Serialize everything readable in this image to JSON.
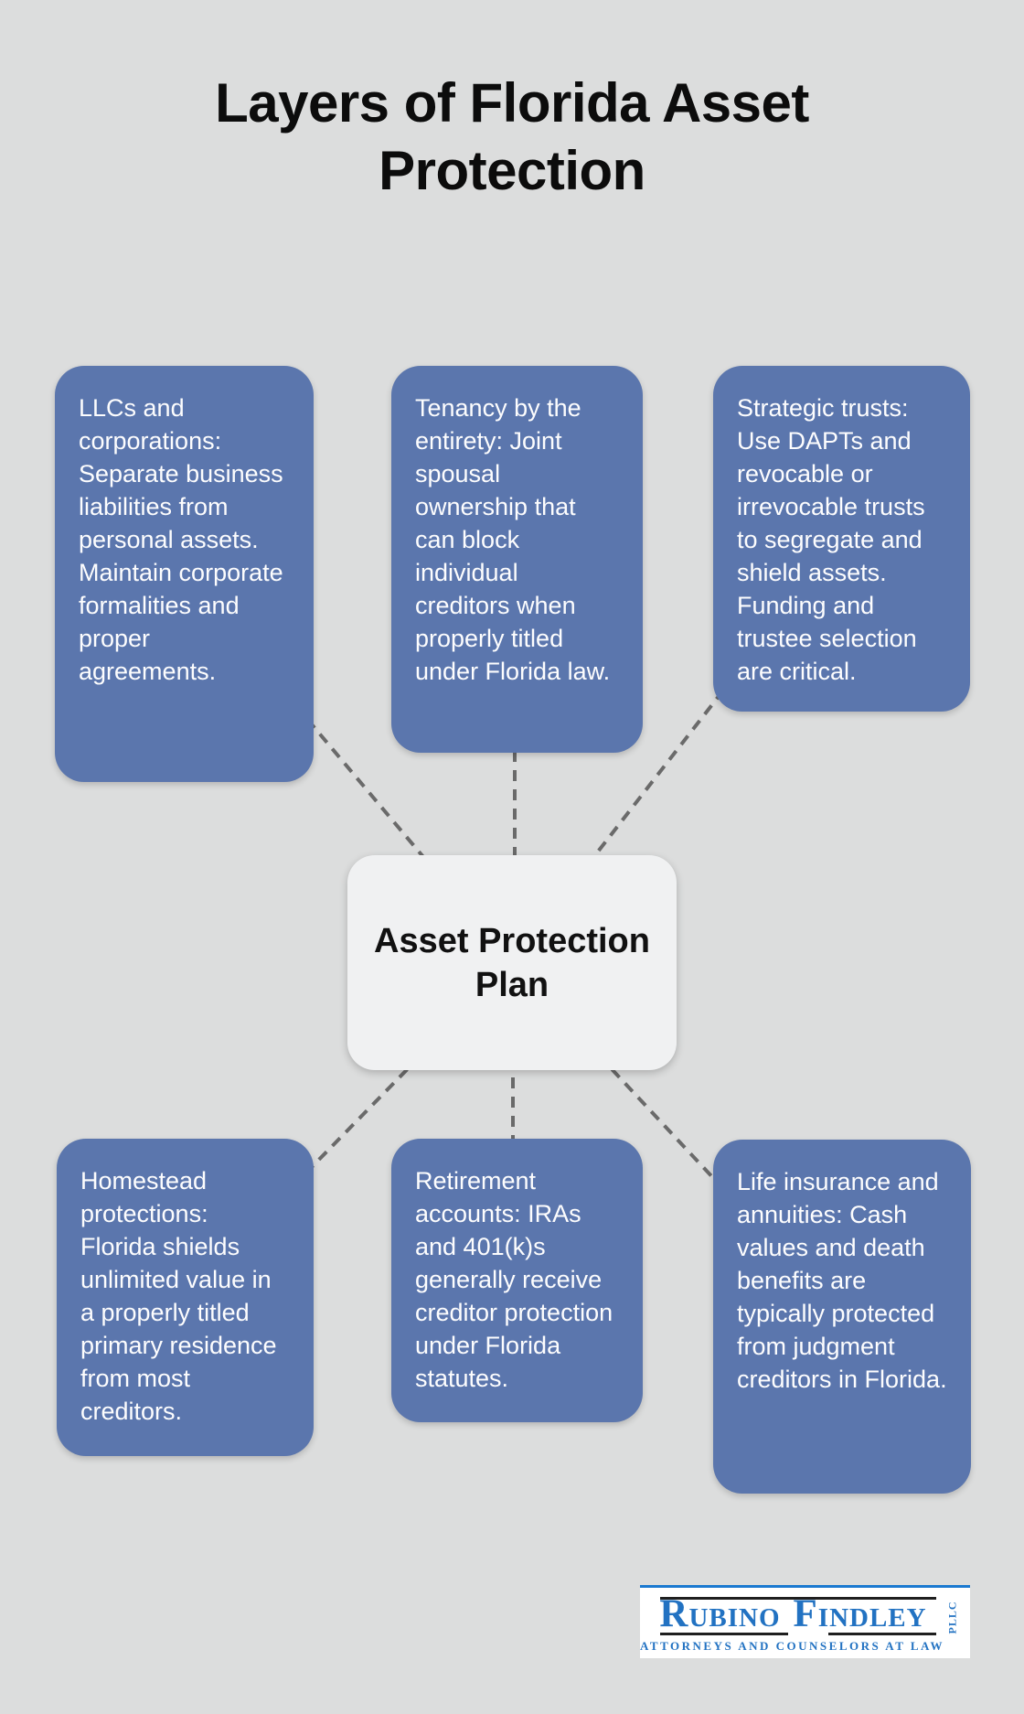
{
  "title": "Layers of Florida Asset Protection",
  "center_node": {
    "label": "Asset Protection Plan"
  },
  "nodes": [
    {
      "name": "llcs-and-corporations",
      "text": "LLCs and corporations: Separate business liabilities from personal assets. Maintain corporate formalities and proper agreements."
    },
    {
      "name": "tenancy-by-the-entirety",
      "text": "Tenancy by the entirety: Joint spousal ownership that can block individual creditors when properly titled under Florida law."
    },
    {
      "name": "strategic-trusts",
      "text": "Strategic trusts: Use DAPTs and revocable or irrevocable trusts to segregate and shield assets. Funding and trustee selection are critical."
    },
    {
      "name": "homestead-protections",
      "text": "Homestead protections: Florida shields unlimited value in a properly titled primary residence from most creditors."
    },
    {
      "name": "retirement-accounts",
      "text": "Retirement accounts: IRAs and 401(k)s generally receive creditor protection under Florida statutes."
    },
    {
      "name": "life-insurance-and-annuities",
      "text": "Life insurance and annuities: Cash values and death benefits are typically protected from judgment creditors in Florida."
    }
  ],
  "logo": {
    "name": [
      "RUBINO",
      "FINDLEY"
    ],
    "suffix": "PLLC",
    "tagline": "ATTORNEYS AND COUNSELORS AT LAW"
  },
  "colors": {
    "background": "#dcdddd",
    "node_fill": "#5b76ad",
    "node_text": "#fdfdfe",
    "center_fill": "#f0f1f2",
    "connector_gray": "#6a6a6a",
    "title_text": "#0c0c0c",
    "logo_blue": "#2272c2",
    "logo_top_line_blue": "#1b79d0"
  }
}
